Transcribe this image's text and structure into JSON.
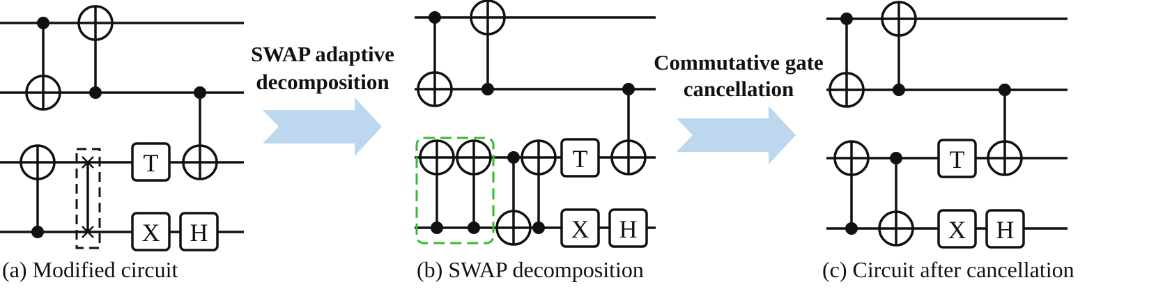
{
  "panels": {
    "a": {
      "caption": "(a) Modified circuit"
    },
    "b": {
      "caption": "(b) SWAP decomposition"
    },
    "c": {
      "caption": "(c) Circuit after cancellation"
    }
  },
  "arrows": {
    "first": {
      "line1": "SWAP adaptive",
      "line2": "decomposition",
      "color": "#bcd7ee"
    },
    "second": {
      "line1": "Commutative gate",
      "line2": "cancellation",
      "color": "#bcd7ee"
    }
  },
  "gates": {
    "t": "T",
    "x": "X",
    "h": "H"
  },
  "colors": {
    "wire": "#111111",
    "highlight_box": "#33bb33",
    "swap_box": "#111111"
  }
}
